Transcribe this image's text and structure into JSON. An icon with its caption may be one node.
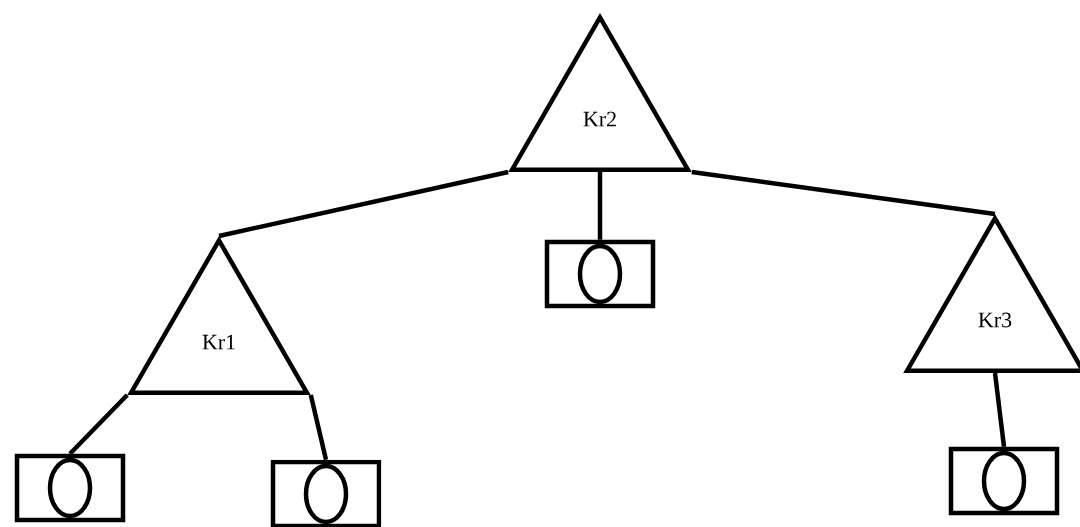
{
  "diagram": {
    "nodes": [
      {
        "text": [
          "Kr2"
        ]
      },
      {
        "text": [
          "Kr1"
        ]
      },
      {
        "text": [],
        "shape": "box"
      },
      {
        "text": [
          "Kr3"
        ]
      },
      {
        "text": [],
        "shape": "box"
      },
      {
        "text": [],
        "shape": "box"
      },
      {
        "text": [],
        "shape": "box"
      }
    ],
    "edges": [
      {
        "from": 0,
        "to": 1,
        "arrow": "none"
      },
      {
        "from": 0,
        "to": 3,
        "arrow": "none"
      },
      {
        "from": 0,
        "to": 2,
        "arrow": "none"
      },
      {
        "from": 1,
        "to": 4,
        "arrow": "none"
      },
      {
        "from": 1,
        "to": 5,
        "arrow": "none"
      },
      {
        "from": 3,
        "to": 6,
        "arrow": "none"
      }
    ]
  }
}
